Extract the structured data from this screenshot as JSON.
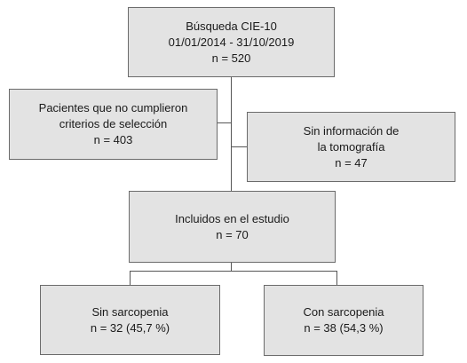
{
  "boxes": {
    "search": {
      "lines": [
        "Búsqueda CIE-10",
        "01/01/2014 - 31/10/2019",
        "n = 520"
      ]
    },
    "excluded_criteria": {
      "lines": [
        "Pacientes que no cumplieron",
        "criterios de selección",
        "n = 403"
      ]
    },
    "no_ct_info": {
      "lines": [
        "Sin información de",
        "la tomografía",
        "n = 47"
      ]
    },
    "included": {
      "lines": [
        "Incluidos en el estudio",
        "n = 70"
      ]
    },
    "no_sarcopenia": {
      "lines": [
        "Sin sarcopenia",
        "n = 32 (45,7 %)"
      ]
    },
    "sarcopenia": {
      "lines": [
        "Con sarcopenia",
        "n = 38 (54,3 %)"
      ]
    }
  },
  "colors": {
    "box_fill": "#e3e3e3",
    "box_border": "#6b6b6b",
    "connector": "#555555"
  }
}
